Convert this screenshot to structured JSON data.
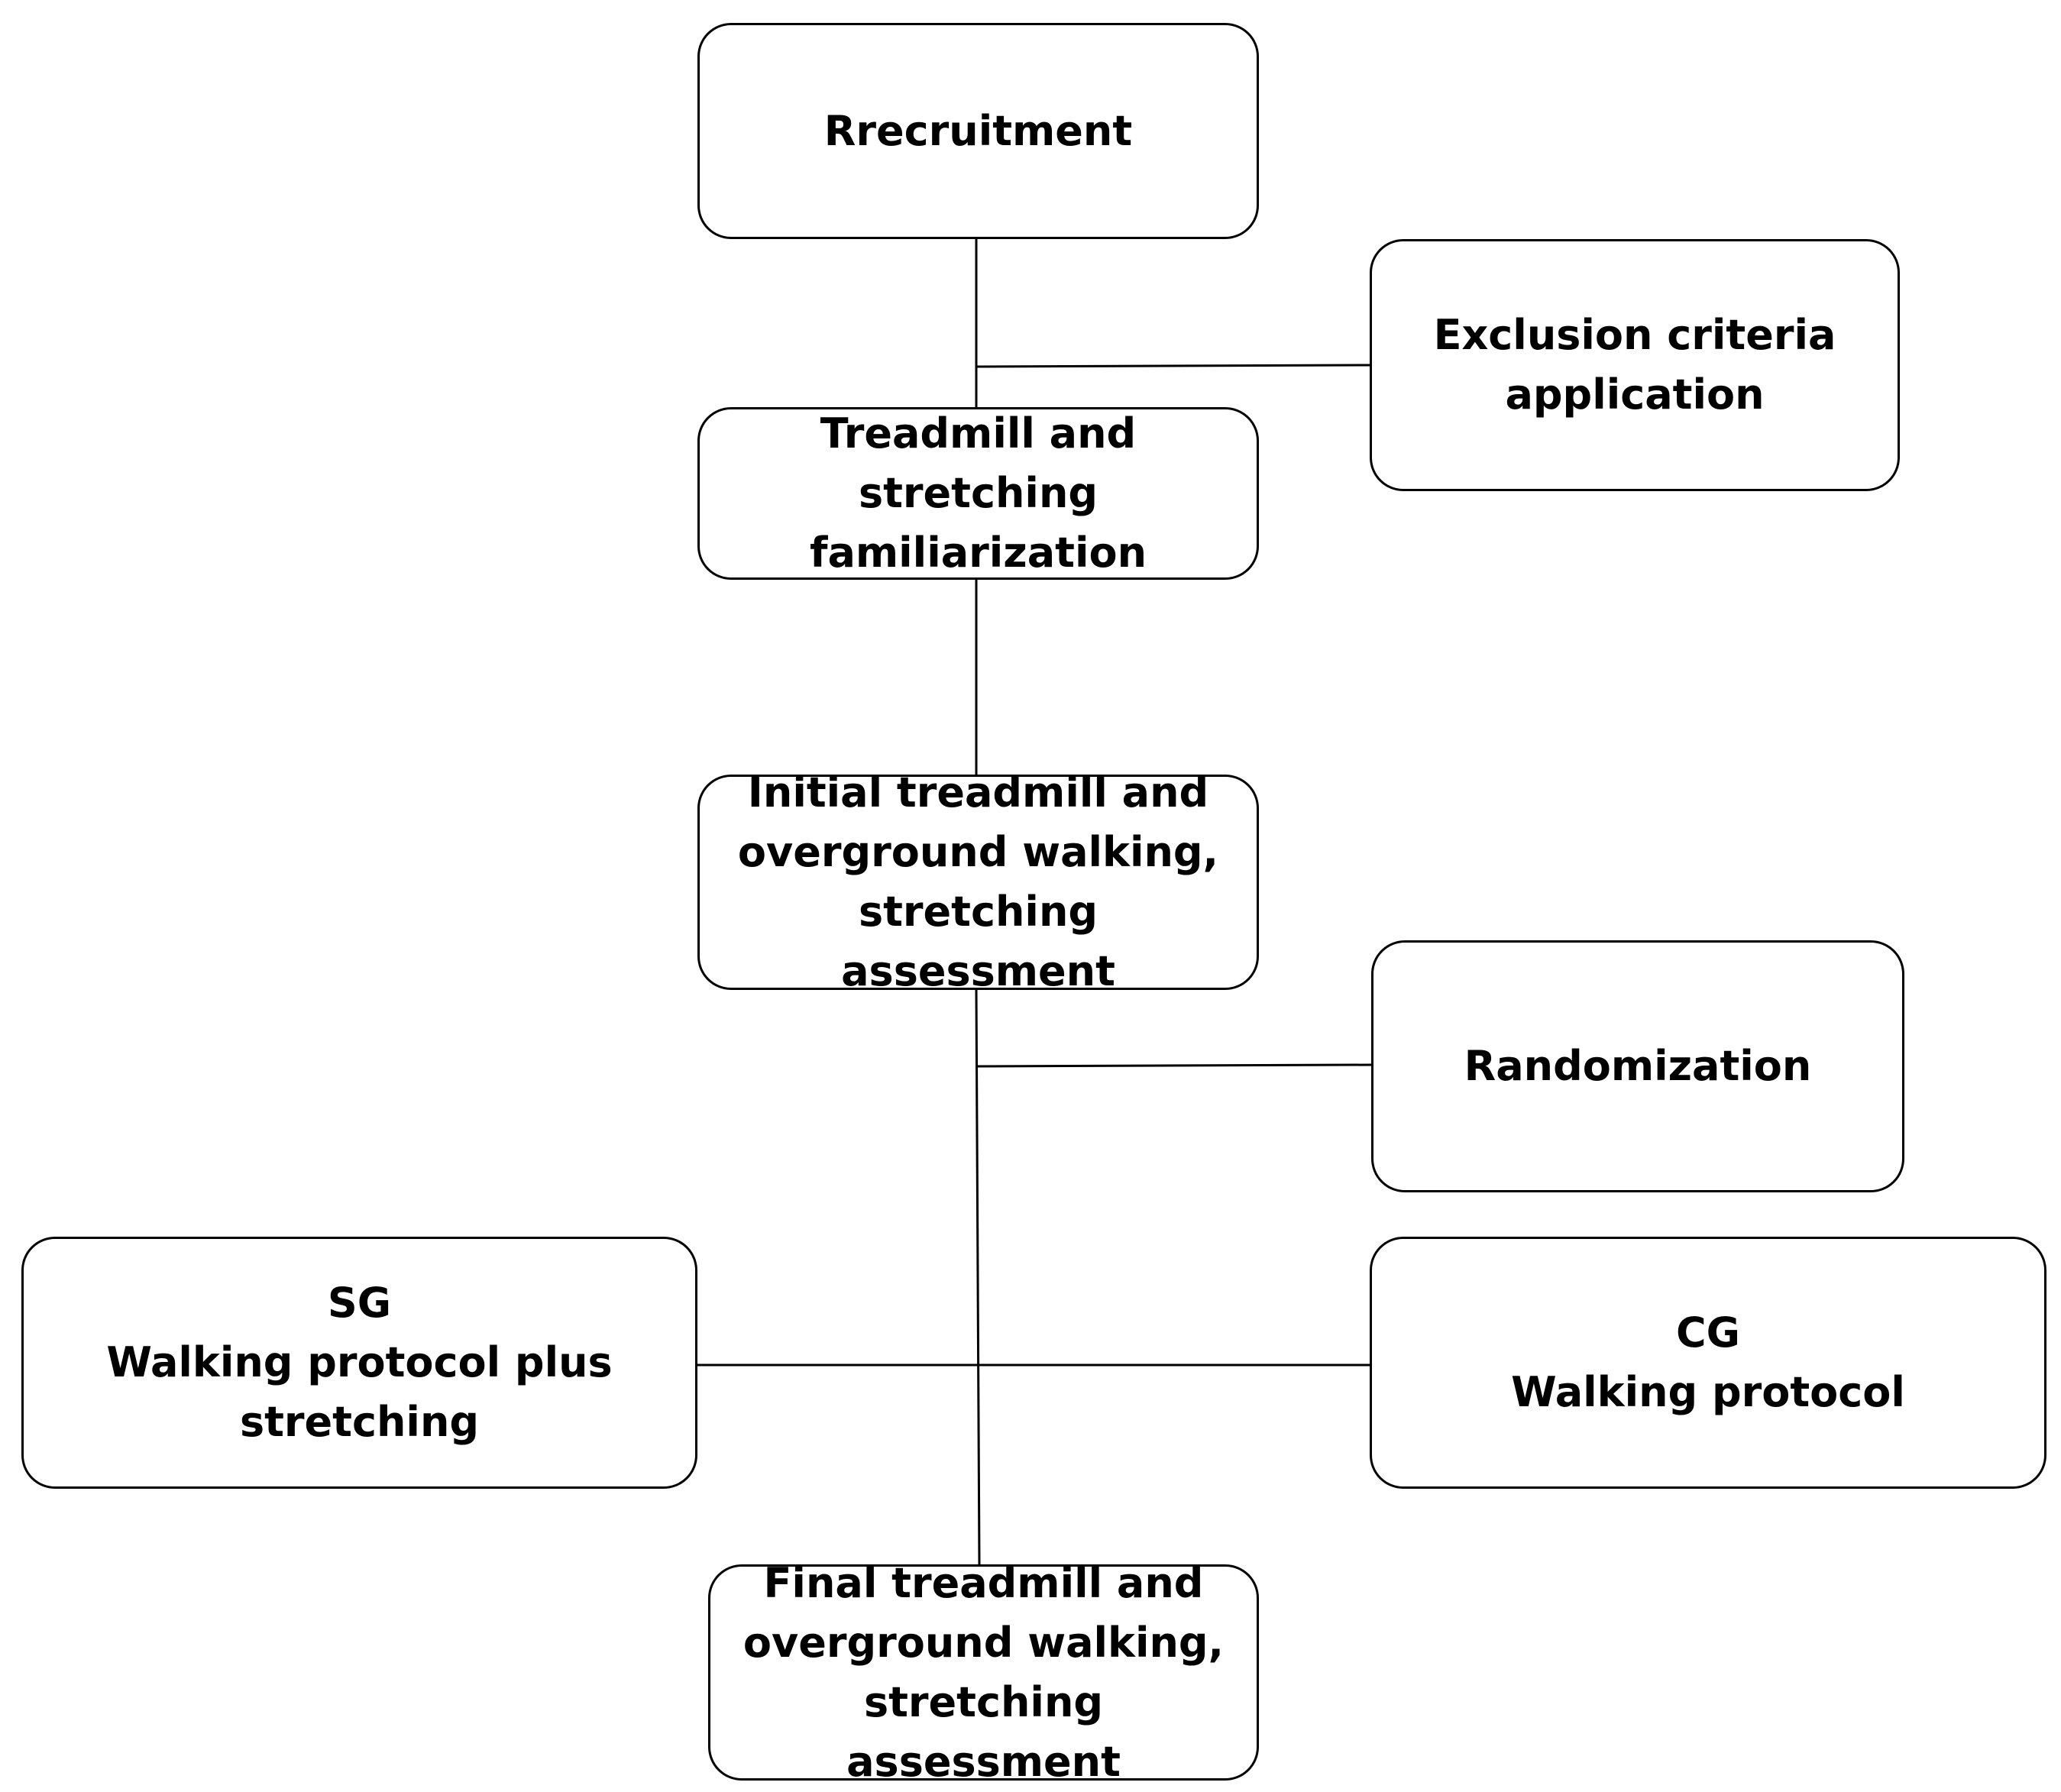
{
  "diagram": {
    "nodes": {
      "recruitment": {
        "lines": [
          "Rrecruitment"
        ]
      },
      "exclusion": {
        "lines": [
          "Exclusion criteria",
          "application"
        ]
      },
      "familiarization": {
        "lines": [
          "Treadmill and stretching",
          "familiarization"
        ]
      },
      "initial": {
        "lines": [
          "Initial treadmill and",
          "overground walking,",
          "stretching assessment"
        ]
      },
      "randomization": {
        "lines": [
          "Randomization"
        ]
      },
      "sg": {
        "lines": [
          "SG",
          "Walking protocol plus",
          "stretching"
        ]
      },
      "cg": {
        "lines": [
          "CG",
          "Walking protocol"
        ]
      },
      "final": {
        "lines": [
          "Final treadmill and",
          "overground walking,",
          "stretching assessment"
        ]
      }
    },
    "colors": {
      "stroke": "#000000",
      "fill": "#ffffff",
      "text": "#000000"
    }
  }
}
